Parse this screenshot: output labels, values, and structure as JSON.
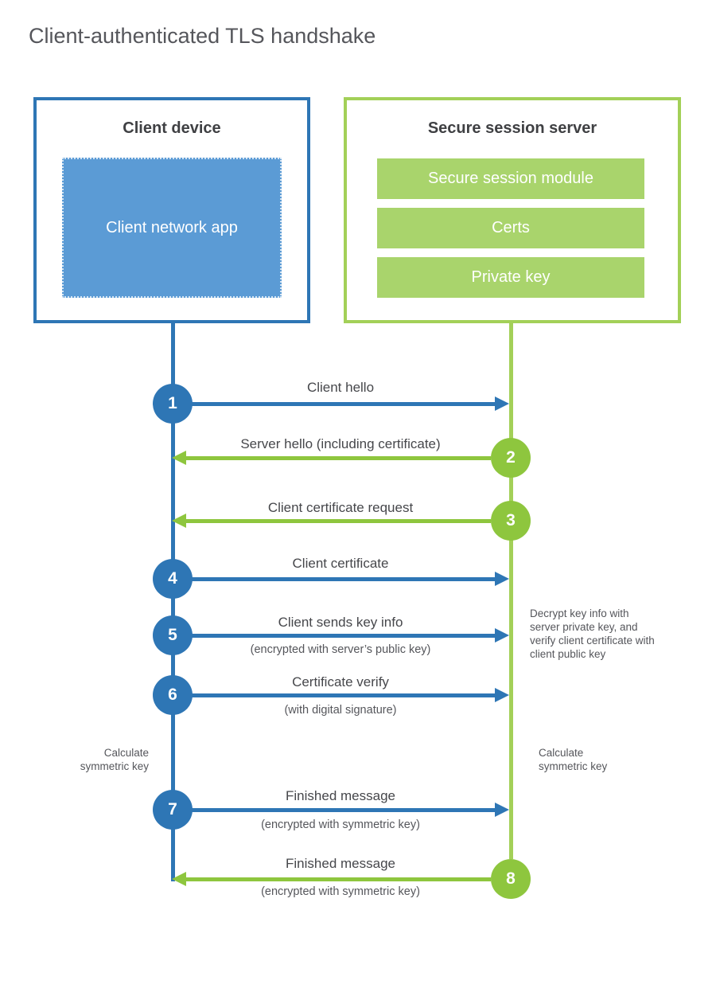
{
  "title": "Client-authenticated TLS handshake",
  "colors": {
    "blue": "#2e76b5",
    "blue_fill": "#5b9bd5",
    "green": "#8ec63e",
    "green_line": "#a3d058",
    "green_fill": "#a9d46c"
  },
  "client": {
    "title": "Client device",
    "app_label": "Client network app"
  },
  "server": {
    "title": "Secure session server",
    "modules": [
      "Secure session module",
      "Certs",
      "Private key"
    ]
  },
  "steps": [
    {
      "num": "1",
      "label": "Client hello",
      "sub": "",
      "direction": "right",
      "color": "blue"
    },
    {
      "num": "2",
      "label": "Server hello (including certificate)",
      "sub": "",
      "direction": "left",
      "color": "green"
    },
    {
      "num": "3",
      "label": "Client certificate request",
      "sub": "",
      "direction": "left",
      "color": "green"
    },
    {
      "num": "4",
      "label": "Client certificate",
      "sub": "",
      "direction": "right",
      "color": "blue"
    },
    {
      "num": "5",
      "label": "Client sends key info",
      "sub": "(encrypted with server’s public key)",
      "direction": "right",
      "color": "blue"
    },
    {
      "num": "6",
      "label": "Certificate verify",
      "sub": "(with digital signature)",
      "direction": "right",
      "color": "blue"
    },
    {
      "num": "7",
      "label": "Finished message",
      "sub": "(encrypted with symmetric key)",
      "direction": "right",
      "color": "blue"
    },
    {
      "num": "8",
      "label": "Finished message",
      "sub": "(encrypted with symmetric key)",
      "direction": "left",
      "color": "green"
    }
  ],
  "notes": {
    "decrypt": "Decrypt key info with server private key, and verify client certificate with client public key",
    "calc_left": "Calculate symmetric key",
    "calc_right": "Calculate symmetric key"
  }
}
